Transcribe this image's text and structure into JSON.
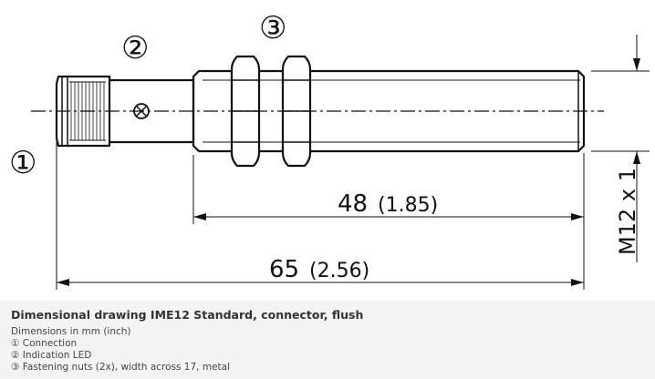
{
  "drawing": {
    "callout_1": "①",
    "callout_2": "②",
    "callout_3": "③",
    "dim_48": "48",
    "dim_48_inch": "(1.85)",
    "dim_65": "65",
    "dim_65_inch": "(2.56)",
    "thread_label": "M12 x 1"
  },
  "caption": {
    "title": "Dimensional drawing IME12 Standard, connector, flush",
    "lines": [
      "Dimensions in mm (inch)",
      "① Connection",
      "② Indication LED",
      "③ Fastening nuts (2x), width across 17, metal"
    ]
  }
}
